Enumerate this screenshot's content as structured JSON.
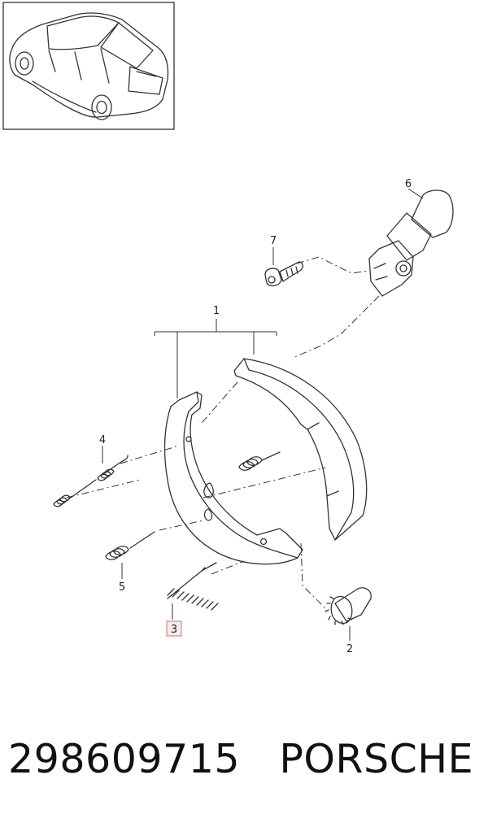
{
  "callouts": {
    "part_1": "1",
    "part_2": "2",
    "part_3": "3",
    "part_4": "4",
    "part_5": "5",
    "part_6": "6",
    "part_7": "7"
  },
  "highlight_color": "#e06a7a",
  "footer": {
    "part_number": "298609715",
    "brand": "PORSCHE"
  }
}
